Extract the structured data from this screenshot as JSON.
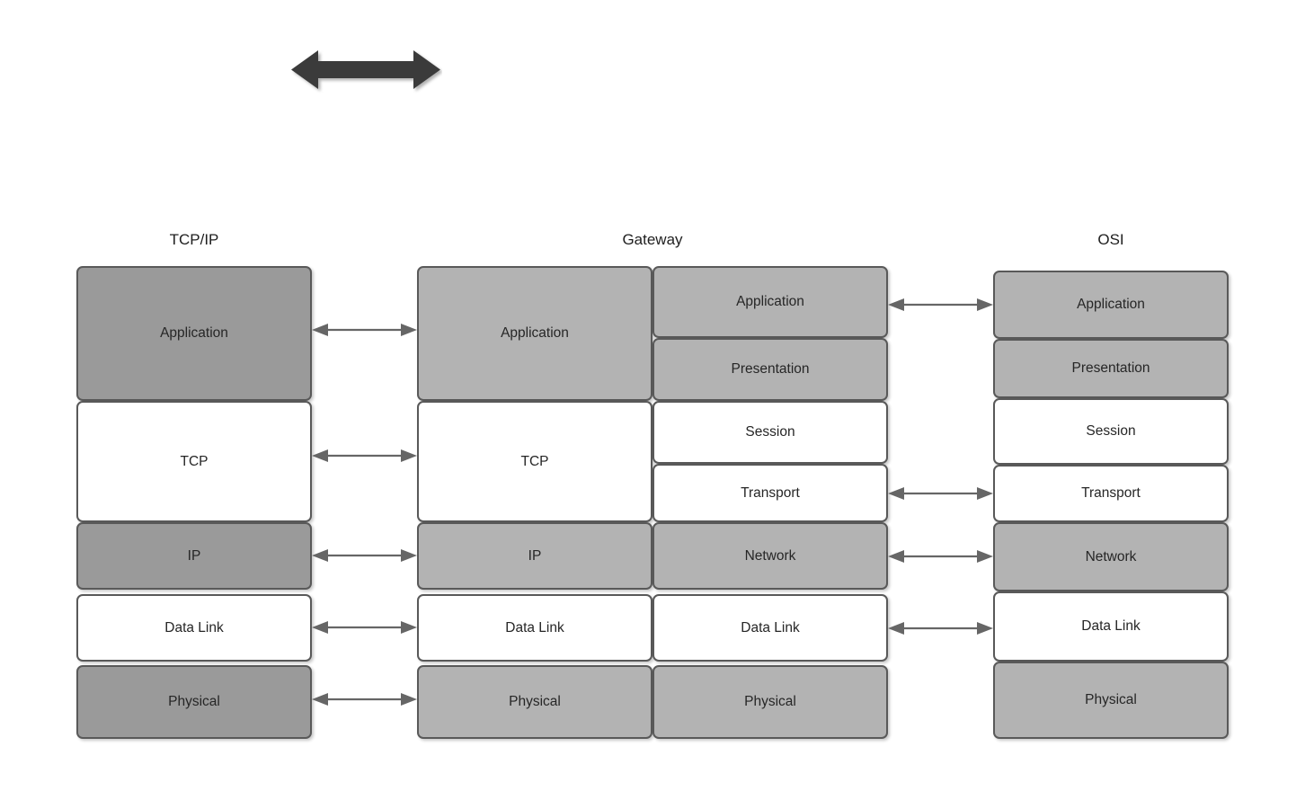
{
  "diagram": {
    "title_arrow": "bidirectional-communication-arrow",
    "columns": [
      {
        "id": "tcpip",
        "header": "TCP/IP"
      },
      {
        "id": "gateway",
        "header": "Gateway"
      },
      {
        "id": "osi",
        "header": "OSI"
      }
    ],
    "tcpip_stack": [
      {
        "label": "Application",
        "shade": "dark",
        "rows": 2
      },
      {
        "label": "TCP",
        "shade": "white",
        "rows": 2
      },
      {
        "label": "IP",
        "shade": "dark",
        "rows": 1
      },
      {
        "label": "Data Link",
        "shade": "white",
        "rows": 1
      },
      {
        "label": "Physical",
        "shade": "dark",
        "rows": 1
      }
    ],
    "gateway_left_stack": [
      {
        "label": "Application",
        "shade": "light",
        "rows": 2
      },
      {
        "label": "TCP",
        "shade": "white",
        "rows": 2
      },
      {
        "label": "IP",
        "shade": "light",
        "rows": 1
      },
      {
        "label": "Data Link",
        "shade": "white",
        "rows": 1
      },
      {
        "label": "Physical",
        "shade": "light",
        "rows": 1
      }
    ],
    "gateway_right_stack": [
      {
        "label": "Application",
        "shade": "light",
        "rows": 1
      },
      {
        "label": "Presentation",
        "shade": "light",
        "rows": 1
      },
      {
        "label": "Session",
        "shade": "white",
        "rows": 1
      },
      {
        "label": "Transport",
        "shade": "white",
        "rows": 1
      },
      {
        "label": "Network",
        "shade": "light",
        "rows": 1
      },
      {
        "label": "Data Link",
        "shade": "white",
        "rows": 1
      },
      {
        "label": "Physical",
        "shade": "light",
        "rows": 1
      }
    ],
    "osi_stack": [
      {
        "label": "Application",
        "shade": "light",
        "rows": 1
      },
      {
        "label": "Presentation",
        "shade": "light",
        "rows": 1
      },
      {
        "label": "Session",
        "shade": "white",
        "rows": 1
      },
      {
        "label": "Transport",
        "shade": "white",
        "rows": 1
      },
      {
        "label": "Network",
        "shade": "light",
        "rows": 1
      },
      {
        "label": "Data Link",
        "shade": "white",
        "rows": 1
      },
      {
        "label": "Physical",
        "shade": "light",
        "rows": 1
      }
    ],
    "left_connectors": [
      {
        "from": "Application",
        "to": "Application"
      },
      {
        "from": "TCP",
        "to": "TCP"
      },
      {
        "from": "IP",
        "to": "IP"
      },
      {
        "from": "Data Link",
        "to": "Data Link"
      },
      {
        "from": "Physical",
        "to": "Physical"
      }
    ],
    "right_connectors": [
      {
        "from": "Application",
        "to": "Application"
      },
      {
        "from": "Transport",
        "to": "Transport"
      },
      {
        "from": "Network",
        "to": "Network"
      },
      {
        "from": "Data Link",
        "to": "Data Link"
      }
    ],
    "colors": {
      "dark_fill": "#9a9a9a",
      "light_fill": "#b3b3b3",
      "white_fill": "#ffffff",
      "border": "#595959",
      "arrow": "#666666",
      "big_arrow": "#3a3a3a",
      "text": "#262626"
    }
  }
}
